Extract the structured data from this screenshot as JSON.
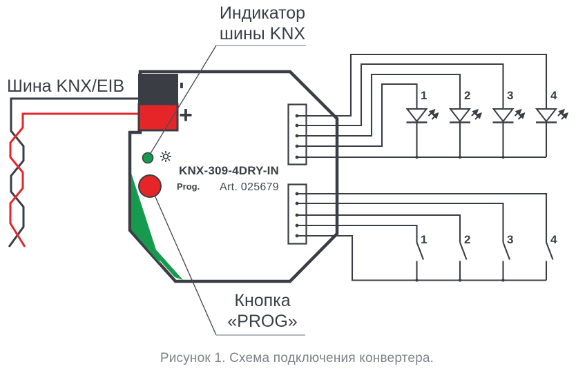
{
  "diagram": {
    "bus_label": "Шина KNX/EIB",
    "indicator_label": {
      "line1": "Индикатор",
      "line2": "шины KNX"
    },
    "prog_label": {
      "line1": "Кнопка",
      "line2": "«PROG»"
    },
    "device": {
      "name": "KNX-309-4DRY-IN",
      "article": "Art. 025679",
      "prog_button_label": "Prog.",
      "terminal_negative": "-",
      "terminal_positive": "+"
    },
    "led_numbers": [
      "1",
      "2",
      "3",
      "4"
    ],
    "switch_numbers": [
      "1",
      "2",
      "3",
      "4"
    ],
    "caption": "Рисунок 1. Схема подключения конвертера.",
    "colors": {
      "dark": "#3a3e44",
      "red": "#e52528",
      "green": "#169b4e",
      "leader_gray": "#9aa0a5",
      "caption_gray": "#7e8287"
    }
  }
}
